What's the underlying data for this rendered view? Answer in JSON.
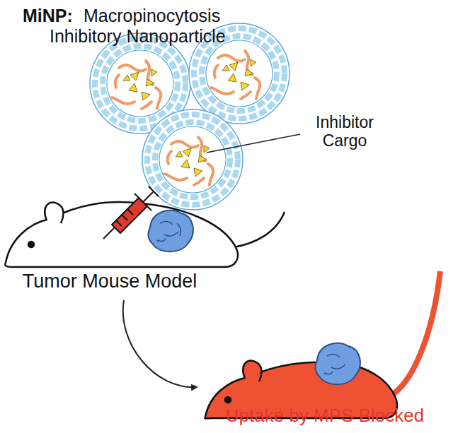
{
  "diagram": {
    "nodes": [
      {
        "text": [
          "Tumor Mouse Model"
        ]
      },
      {
        "text": [
          "Uptake by MPS Blocked"
        ]
      }
    ],
    "edges": [
      {
        "from": 0,
        "to": 1,
        "arrow": "to"
      }
    ],
    "labels": [
      "MiNP:",
      "Macropinocytosis Inhibitory Nanoparticle",
      "Inhibitor Cargo"
    ]
  }
}
